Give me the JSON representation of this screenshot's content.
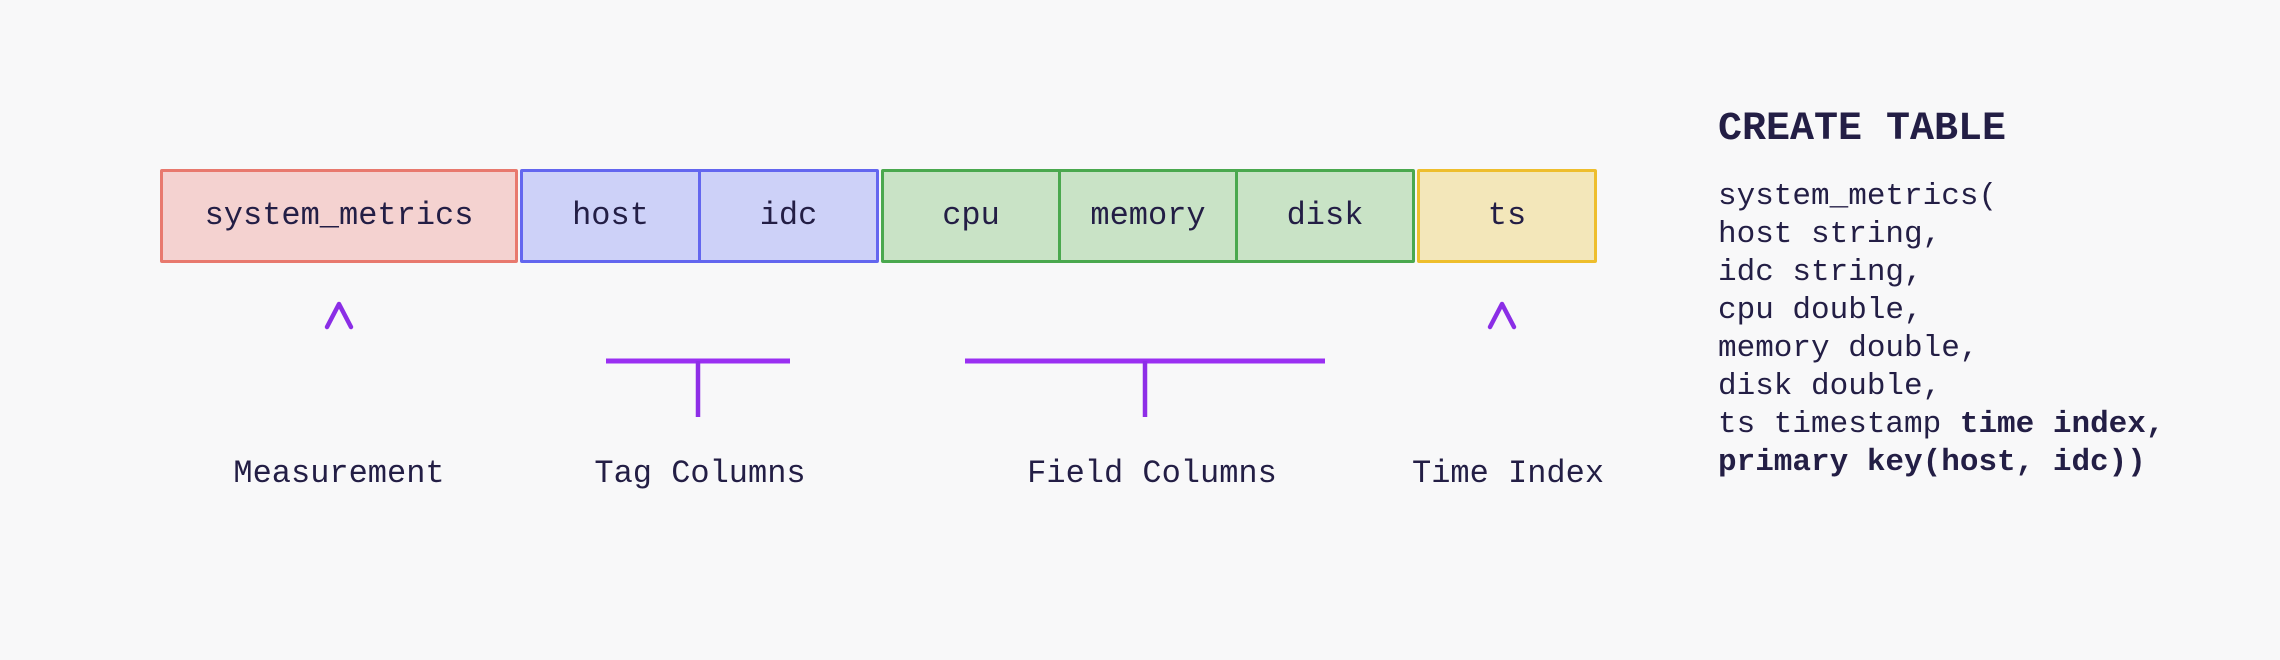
{
  "model": {
    "measurement": "system_metrics",
    "tag_columns": [
      "host",
      "idc"
    ],
    "field_columns": [
      "cpu",
      "memory",
      "disk"
    ],
    "time_index": "ts"
  },
  "annotations": {
    "measurement": "Measurement",
    "tag_columns": "Tag Columns",
    "field_columns": "Field Columns",
    "time_index": "Time Index"
  },
  "sql": {
    "title": "CREATE TABLE",
    "lines": [
      {
        "normal": "system_metrics(",
        "bold": ""
      },
      {
        "normal": "host string,",
        "bold": ""
      },
      {
        "normal": "idc string,",
        "bold": ""
      },
      {
        "normal": "cpu double,",
        "bold": ""
      },
      {
        "normal": "memory double,",
        "bold": ""
      },
      {
        "normal": "disk double,",
        "bold": ""
      },
      {
        "normal": "ts timestamp ",
        "bold": "time index,"
      },
      {
        "normal": "",
        "bold": "primary key(host, idc))"
      }
    ]
  },
  "colors": {
    "background": "#f8f8f9",
    "text": "#231e45",
    "measurement_fill": "#f4d2d0",
    "measurement_border": "#e8796e",
    "tag_fill": "#cdd1f8",
    "tag_border": "#6366ef",
    "field_fill": "#c9e3c6",
    "field_border": "#4aa84e",
    "time_fill": "#f3e7ba",
    "time_border": "#eebe2d",
    "arrow_purple": "#8b2ee6",
    "arrow_purple_light": "#d9ccf6",
    "bracket_purple": "#9a2ff2"
  }
}
